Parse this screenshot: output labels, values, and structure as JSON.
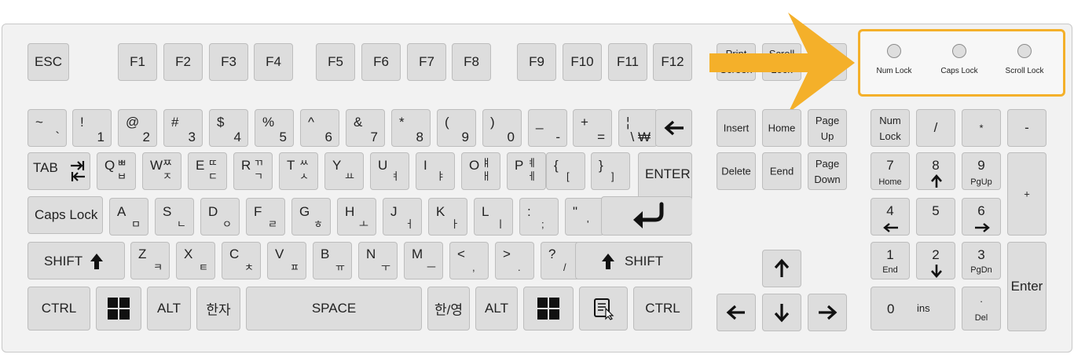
{
  "function_row": {
    "esc": "ESC",
    "f_keys": [
      "F1",
      "F2",
      "F3",
      "F4",
      "F5",
      "F6",
      "F7",
      "F8",
      "F9",
      "F10",
      "F11",
      "F12"
    ],
    "print_screen": [
      "Print",
      "Screen"
    ],
    "scroll_lock": [
      "Scroll",
      "Lock"
    ]
  },
  "number_row": [
    {
      "top": "~",
      "bottom": "`"
    },
    {
      "top": "!",
      "bottom": "1"
    },
    {
      "top": "@",
      "bottom": "2"
    },
    {
      "top": "#",
      "bottom": "3"
    },
    {
      "top": "$",
      "bottom": "4"
    },
    {
      "top": "%",
      "bottom": "5"
    },
    {
      "top": "^",
      "bottom": "6"
    },
    {
      "top": "&",
      "bottom": "7"
    },
    {
      "top": "*",
      "bottom": "8"
    },
    {
      "top": "(",
      "bottom": "9"
    },
    {
      "top": ")",
      "bottom": "0"
    },
    {
      "top": "_",
      "bottom": "-"
    },
    {
      "top": "+",
      "bottom": "="
    },
    {
      "top": "¦",
      "bottom": "\\ ₩"
    }
  ],
  "qwerty_row": [
    {
      "top": "Q",
      "bottom": "ㅂ",
      "top2": "ㅃ"
    },
    {
      "top": "W",
      "bottom": "ㅈ",
      "top2": "ㅉ"
    },
    {
      "top": "E",
      "bottom": "ㄷ",
      "top2": "ㄸ"
    },
    {
      "top": "R",
      "bottom": "ㄱ",
      "top2": "ㄲ"
    },
    {
      "top": "T",
      "bottom": "ㅅ",
      "top2": "ㅆ"
    },
    {
      "top": "Y",
      "bottom": "ㅛ",
      "top2": ""
    },
    {
      "top": "U",
      "bottom": "ㅕ",
      "top2": ""
    },
    {
      "top": "I",
      "bottom": "ㅑ",
      "top2": ""
    },
    {
      "top": "O",
      "bottom": "ㅐ",
      "top2": "ㅒ"
    },
    {
      "top": "P",
      "bottom": "ㅔ",
      "top2": "ㅖ"
    },
    {
      "top": "{",
      "bottom": "[",
      "top2": ""
    },
    {
      "top": "}",
      "bottom": "]",
      "top2": ""
    }
  ],
  "home_row": [
    {
      "top": "A",
      "bottom": "ㅁ"
    },
    {
      "top": "S",
      "bottom": "ㄴ"
    },
    {
      "top": "D",
      "bottom": "ㅇ"
    },
    {
      "top": "F",
      "bottom": "ㄹ"
    },
    {
      "top": "G",
      "bottom": "ㅎ"
    },
    {
      "top": "H",
      "bottom": "ㅗ"
    },
    {
      "top": "J",
      "bottom": "ㅓ"
    },
    {
      "top": "K",
      "bottom": "ㅏ"
    },
    {
      "top": "L",
      "bottom": "ㅣ"
    },
    {
      "top": ":",
      "bottom": ";"
    },
    {
      "top": "\"",
      "bottom": "'"
    }
  ],
  "shift_row": [
    {
      "top": "Z",
      "bottom": "ㅋ"
    },
    {
      "top": "X",
      "bottom": "ㅌ"
    },
    {
      "top": "C",
      "bottom": "ㅊ"
    },
    {
      "top": "V",
      "bottom": "ㅍ"
    },
    {
      "top": "B",
      "bottom": "ㅠ"
    },
    {
      "top": "N",
      "bottom": "ㅜ"
    },
    {
      "top": "M",
      "bottom": "ㅡ"
    },
    {
      "top": "<",
      "bottom": ","
    },
    {
      "top": ">",
      "bottom": "."
    },
    {
      "top": "?",
      "bottom": "/"
    }
  ],
  "modifiers": {
    "tab": "TAB",
    "caps_lock": "Caps Lock",
    "shift": "SHIFT",
    "enter": "ENTER",
    "ctrl": "CTRL",
    "alt": "ALT",
    "hanja": "한자",
    "space": "SPACE",
    "hanyeong": "한/영"
  },
  "nav_cluster": {
    "insert": "Insert",
    "home": "Home",
    "page_up": [
      "Page",
      "Up"
    ],
    "delete": "Delete",
    "end": "Eend",
    "page_down": [
      "Page",
      "Down"
    ]
  },
  "numpad": {
    "num_lock": [
      "Num",
      "Lock"
    ],
    "slash": "/",
    "star": "*",
    "minus": "-",
    "plus": "+",
    "enter": "Enter",
    "keys": [
      {
        "num": "7",
        "sub": "Home"
      },
      {
        "num": "8",
        "sub": ""
      },
      {
        "num": "9",
        "sub": "PgUp"
      },
      {
        "num": "4",
        "sub": ""
      },
      {
        "num": "5",
        "sub": ""
      },
      {
        "num": "6",
        "sub": ""
      },
      {
        "num": "1",
        "sub": "End"
      },
      {
        "num": "2",
        "sub": ""
      },
      {
        "num": "3",
        "sub": "PgDn"
      }
    ],
    "zero": "0",
    "ins": "ins",
    "dot": ".",
    "del": "Del"
  },
  "indicators": [
    "Num Lock",
    "Caps Lock",
    "Scroll Lock"
  ],
  "colors": {
    "key_face": "#dddddd",
    "key_border": "#bdbdbd",
    "board": "#f2f2f2",
    "highlight": "#f4b02a"
  },
  "icons": {
    "backspace": "left-arrow-icon",
    "enter": "return-arrow-icon",
    "shift": "up-arrow-icon",
    "windows": "windows-logo-icon",
    "menu": "context-menu-icon",
    "pointer": "highlight-arrow-icon"
  }
}
